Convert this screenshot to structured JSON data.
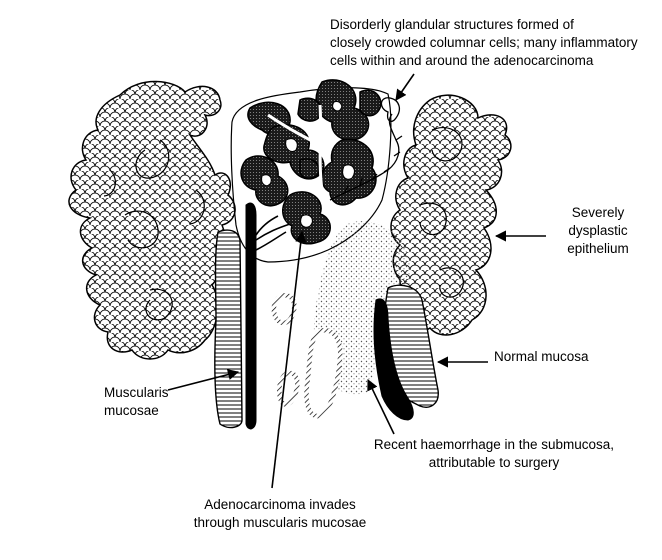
{
  "labels": {
    "glandular": [
      "Disorderly glandular structures formed of",
      "closely crowded columnar cells; many inflammatory",
      "cells within and around the adenocarcinoma"
    ],
    "dysplastic": [
      "Severely",
      "dysplastic",
      "epithelium"
    ],
    "normal_mucosa": [
      "Normal mucosa"
    ],
    "muscularis": [
      "Muscularis",
      "mucosae"
    ],
    "haemorrhage": [
      "Recent haemorrhage in the submucosa,",
      "attributable to surgery"
    ],
    "invasion": [
      "Adenocarcinoma invades",
      "through muscularis mucosae"
    ]
  }
}
